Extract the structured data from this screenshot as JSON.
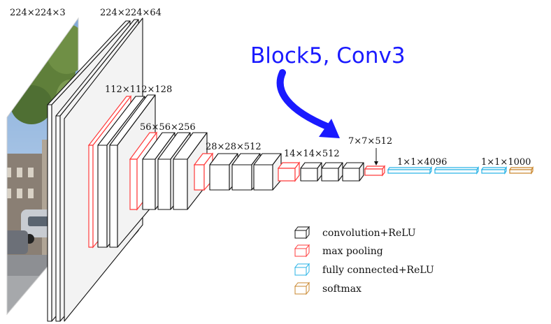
{
  "diagram": {
    "callout": "Block5, Conv3",
    "dims": {
      "input": "224×224×3",
      "block1": "224×224×64",
      "block2": "112×112×128",
      "block3": "56×56×256",
      "block4": "28×28×512",
      "block5": "14×14×512",
      "pool5": "7×7×512",
      "fc": "1×1×4096",
      "softmax": "1×1×1000"
    },
    "legend": [
      {
        "label": "convolution+ReLU",
        "color": "#111111"
      },
      {
        "label": "max pooling",
        "color": "#ff3b3b"
      },
      {
        "label": "fully connected+ReLU",
        "color": "#2ab3e6"
      },
      {
        "label": "softmax",
        "color": "#c9872e"
      }
    ],
    "colors": {
      "conv": "#111111",
      "pool": "#ff3b3b",
      "fc": "#2ab3e6",
      "softmax": "#c9872e",
      "callout": "#1a1aff"
    }
  }
}
